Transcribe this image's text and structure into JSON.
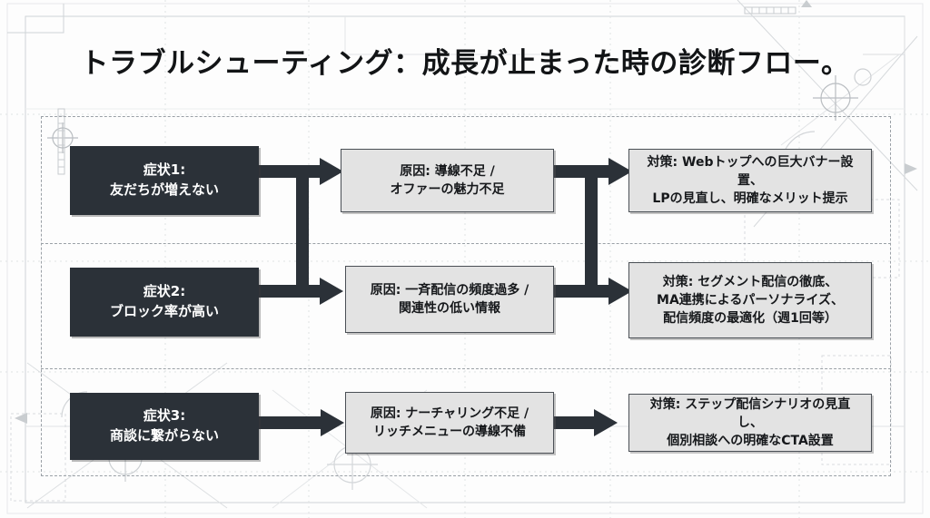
{
  "slide": {
    "title": "トラブルシューティング：成長が止まった時の診断フロー。",
    "background_style": "blueprint-grid",
    "colors": {
      "symptom_fill": "#2b3138",
      "symptom_text": "#ffffff",
      "cause_fill": "#e3e3e3",
      "cause_border": "#4a4f55",
      "action_fill": "#e3e3e3",
      "action_border": "#4a4f55",
      "arrow": "#2b3138",
      "panel_border": "#9aa0a6",
      "page_background": "#fdfdfd",
      "title_text": "#121416"
    }
  },
  "columns": [
    {
      "key": "symptom",
      "prefix": "症状"
    },
    {
      "key": "cause",
      "prefix": "原因"
    },
    {
      "key": "action",
      "prefix": "対策"
    }
  ],
  "rows": [
    {
      "id": "row-1",
      "symptom": "症状1:\n友だちが増えない",
      "cause": "原因: 導線不足 /\nオファーの魅力不足",
      "action": "対策: Webトップへの巨大バナー設置、\nLPの見直し、明確なメリット提示"
    },
    {
      "id": "row-2",
      "symptom": "症状2:\nブロック率が高い",
      "cause": "原因: 一斉配信の頻度過多 /\n関連性の低い情報",
      "action": "対策: セグメント配信の徹底、\nMA連携によるパーソナライズ、\n配信頻度の最適化（週1回等）"
    },
    {
      "id": "row-3",
      "symptom": "症状3:\n商談に繋がらない",
      "cause": "原因: ナーチャリング不足 /\nリッチメニューの導線不備",
      "action": "対策: ステップ配信シナリオの見直し、\n個別相談への明確なCTA設置"
    }
  ]
}
